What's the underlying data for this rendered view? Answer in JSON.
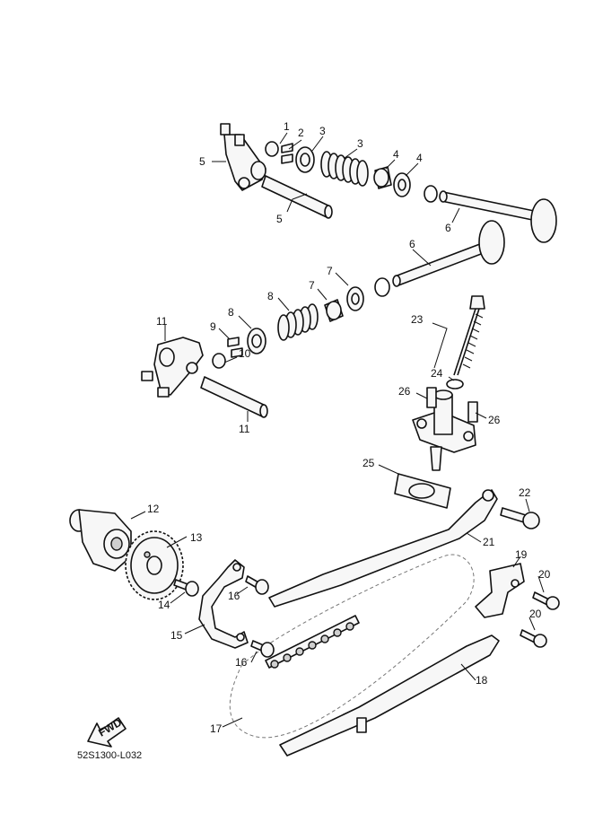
{
  "diagram": {
    "code": "52S1300-L032",
    "fwd_label": "FWD"
  },
  "callouts": [
    "1",
    "2",
    "3",
    "3",
    "4",
    "4",
    "5",
    "5",
    "6",
    "6",
    "7",
    "7",
    "8",
    "8",
    "9",
    "10",
    "11",
    "11",
    "12",
    "13",
    "14",
    "15",
    "16",
    "16",
    "17",
    "18",
    "19",
    "20",
    "20",
    "21",
    "22",
    "23",
    "24",
    "25",
    "26",
    "26"
  ]
}
